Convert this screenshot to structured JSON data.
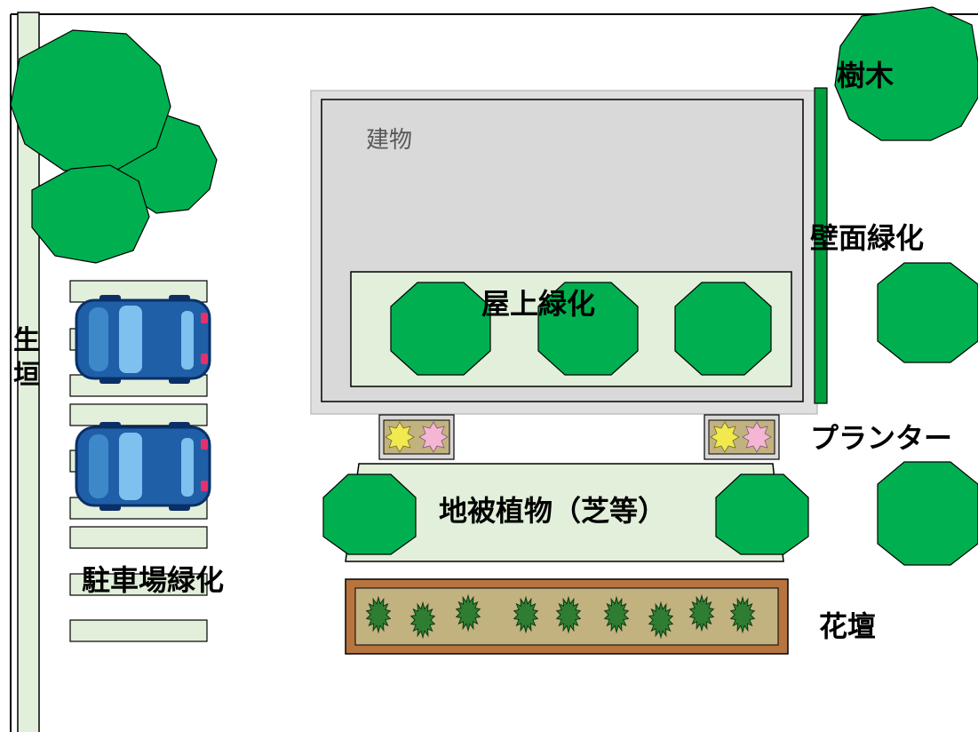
{
  "labels": {
    "building": "建物",
    "trees": "樹木",
    "wall_greening": "壁面緑化",
    "rooftop_greening": "屋上緑化",
    "planter": "プランター",
    "ground_cover": "地被植物（芝等）",
    "flower_bed": "花壇",
    "parking_greening": "駐車場緑化",
    "hedge_char_1": "生",
    "hedge_char_2": "垣"
  },
  "colors": {
    "tree_fill": "#00b050",
    "lawn_fill": "#e2efda",
    "building_fill": "#d9d9d9",
    "wall_green": "#00a040",
    "car_body": "#1f5fa8",
    "flower_bed_fill": "#c2b280",
    "flower_bed_border": "#b8743f",
    "shrub_fill": "#2e7d32",
    "planter_flower_yellow": "#f2e94e",
    "planter_flower_pink": "#f4b6d2"
  },
  "icons": {
    "tree": "tree-icon",
    "car": "car-icon",
    "shrub": "shrub-icon",
    "flower": "flower-icon"
  }
}
